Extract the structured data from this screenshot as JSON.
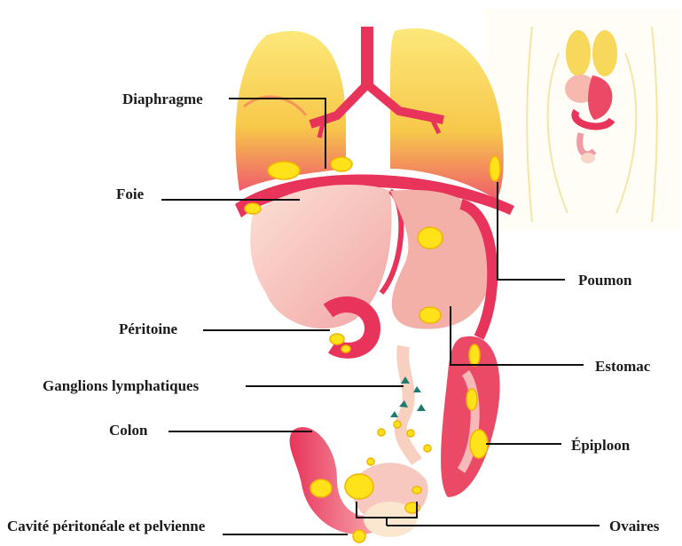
{
  "labels": {
    "diaphragme": "Diaphragme",
    "foie": "Foie",
    "peritoine": "Péritoine",
    "ganglions": "Ganglions lymphatiques",
    "colon": "Colon",
    "cavite": "Cavité péritonéale et pelvienne",
    "poumon": "Poumon",
    "estomac": "Estomac",
    "epiploon": "Épiploon",
    "ovaires": "Ovaires"
  },
  "colors": {
    "lung_yellow": "#f5e24a",
    "organ_red": "#e8345a",
    "organ_pink": "#f6b8b8",
    "liver_light": "#f9d3c6",
    "tumor_yellow": "#ffe21a",
    "lymph_green": "#1f7a70"
  }
}
